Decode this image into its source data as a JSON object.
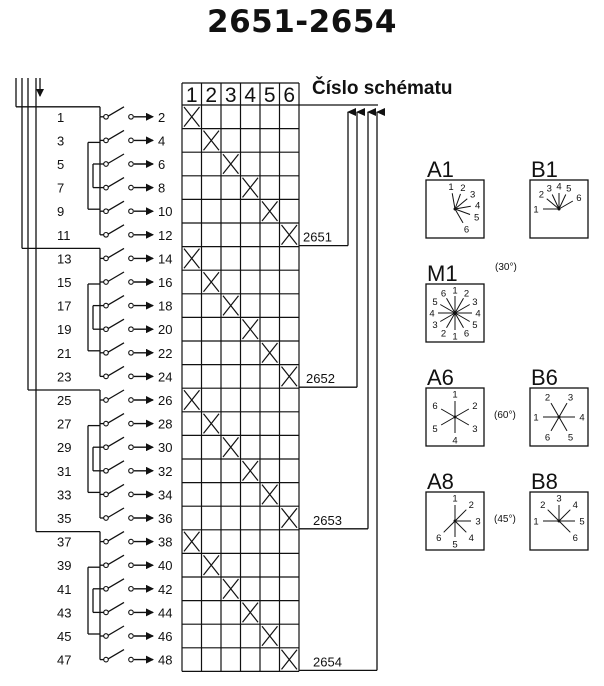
{
  "title": "2651-2654",
  "header": {
    "columns": [
      "1",
      "2",
      "3",
      "4",
      "5",
      "6"
    ],
    "schema_label": "Číslo schématu"
  },
  "terminals": [
    {
      "left": "1",
      "right": "2"
    },
    {
      "left": "3",
      "right": "4"
    },
    {
      "left": "5",
      "right": "6"
    },
    {
      "left": "7",
      "right": "8"
    },
    {
      "left": "9",
      "right": "10"
    },
    {
      "left": "11",
      "right": "12"
    },
    {
      "left": "13",
      "right": "14"
    },
    {
      "left": "15",
      "right": "16"
    },
    {
      "left": "17",
      "right": "18"
    },
    {
      "left": "19",
      "right": "20"
    },
    {
      "left": "21",
      "right": "22"
    },
    {
      "left": "23",
      "right": "24"
    },
    {
      "left": "25",
      "right": "26"
    },
    {
      "left": "27",
      "right": "28"
    },
    {
      "left": "29",
      "right": "30"
    },
    {
      "left": "31",
      "right": "32"
    },
    {
      "left": "33",
      "right": "34"
    },
    {
      "left": "35",
      "right": "36"
    },
    {
      "left": "37",
      "right": "38"
    },
    {
      "left": "39",
      "right": "40"
    },
    {
      "left": "41",
      "right": "42"
    },
    {
      "left": "43",
      "right": "44"
    },
    {
      "left": "45",
      "right": "46"
    },
    {
      "left": "47",
      "right": "48"
    }
  ],
  "schemas": [
    "2651",
    "2652",
    "2653",
    "2654"
  ],
  "positions": [
    {
      "id": "A1",
      "labels": [
        "1",
        "2",
        "3",
        "4",
        "5",
        "6"
      ]
    },
    {
      "id": "B1",
      "labels": [
        "1",
        "2",
        "3",
        "4",
        "5",
        "6"
      ]
    },
    {
      "id": "M1",
      "note": "(30°)",
      "labels": [
        "1",
        "2",
        "3",
        "4",
        "5",
        "6",
        "1",
        "2",
        "3",
        "4",
        "5",
        "6"
      ]
    },
    {
      "id": "A6",
      "note": "(60°)",
      "labels": [
        "1",
        "2",
        "3",
        "4",
        "5",
        "6"
      ]
    },
    {
      "id": "B6",
      "labels": [
        "1",
        "2",
        "3",
        "4",
        "5",
        "6"
      ]
    },
    {
      "id": "A8",
      "note": "(45°)",
      "labels": [
        "1",
        "2",
        "3",
        "4",
        "5",
        "6"
      ]
    },
    {
      "id": "B8",
      "labels": [
        "1",
        "2",
        "3",
        "4",
        "5",
        "6"
      ]
    }
  ]
}
